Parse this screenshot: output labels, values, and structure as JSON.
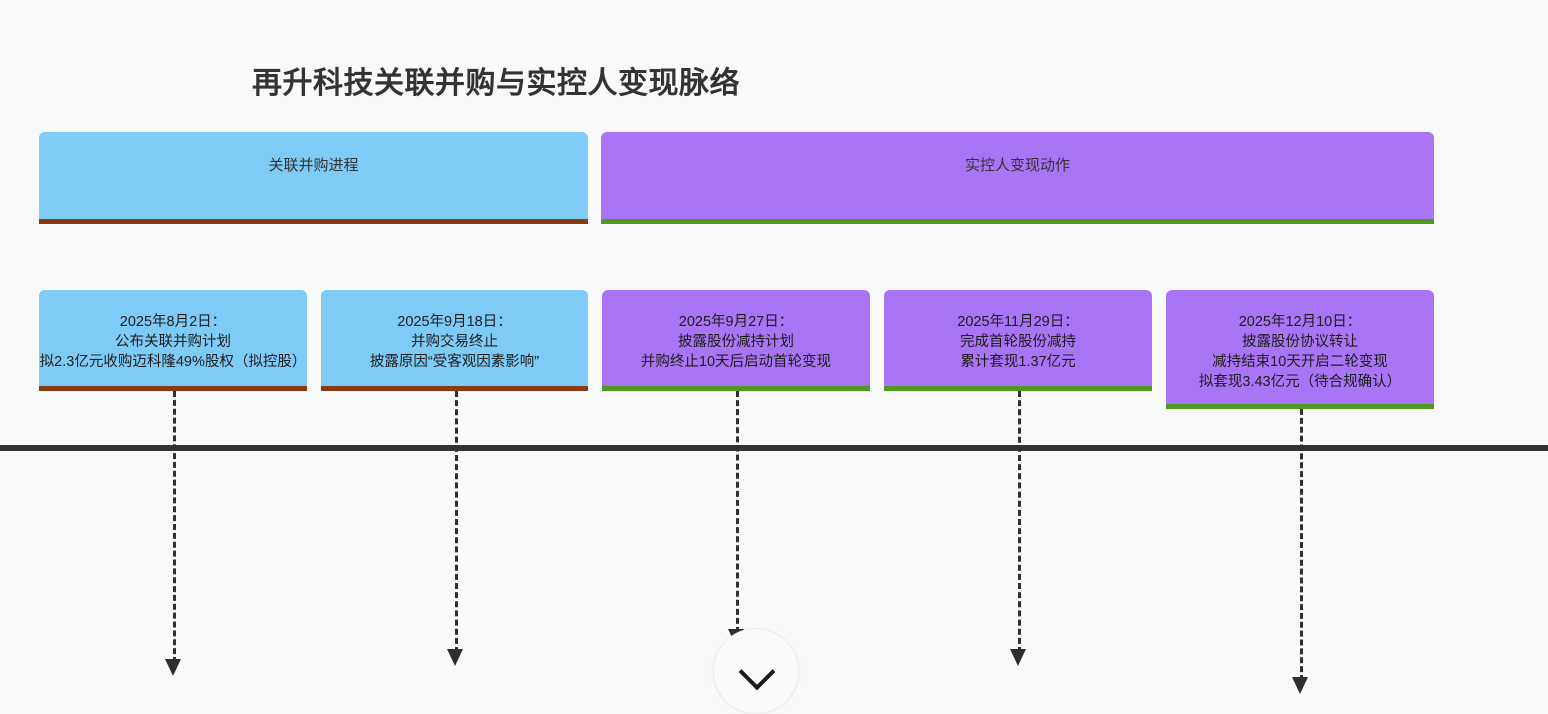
{
  "page": {
    "title": "再升科技关联并购与实控人变现脉络",
    "background_color": "#f8f9fb",
    "axis_color": "#333333"
  },
  "lanes": [
    {
      "id": "merger",
      "label": "关联并购进程",
      "fill_color": "#7fcbf7",
      "accent_color": "#8b3a10"
    },
    {
      "id": "cashout",
      "label": "实控人变现动作",
      "fill_color": "#a974f5",
      "accent_color": "#4e9a20"
    }
  ],
  "events": [
    {
      "lane": "merger",
      "date": "2025年8月2日：",
      "line2": "公布关联并购计划",
      "line3": "拟2.3亿元收购迈科隆49%股权（拟控股）",
      "line4": ""
    },
    {
      "lane": "merger",
      "date": "2025年9月18日：",
      "line2": "并购交易终止",
      "line3": "披露原因“受客观因素影响”",
      "line4": ""
    },
    {
      "lane": "cashout",
      "date": "2025年9月27日：",
      "line2": "披露股份减持计划",
      "line3": "并购终止10天后启动首轮变现",
      "line4": ""
    },
    {
      "lane": "cashout",
      "date": "2025年11月29日：",
      "line2": "完成首轮股份减持",
      "line3": "累计套现1.37亿元",
      "line4": ""
    },
    {
      "lane": "cashout",
      "date": "2025年12月10日：",
      "line2": "披露股份协议转让",
      "line3": "减持结束10天开启二轮变现",
      "line4": "拟套现3.43亿元（待合规确认）"
    }
  ],
  "controls": {
    "scroll_down_icon": "chevron-down-icon"
  }
}
